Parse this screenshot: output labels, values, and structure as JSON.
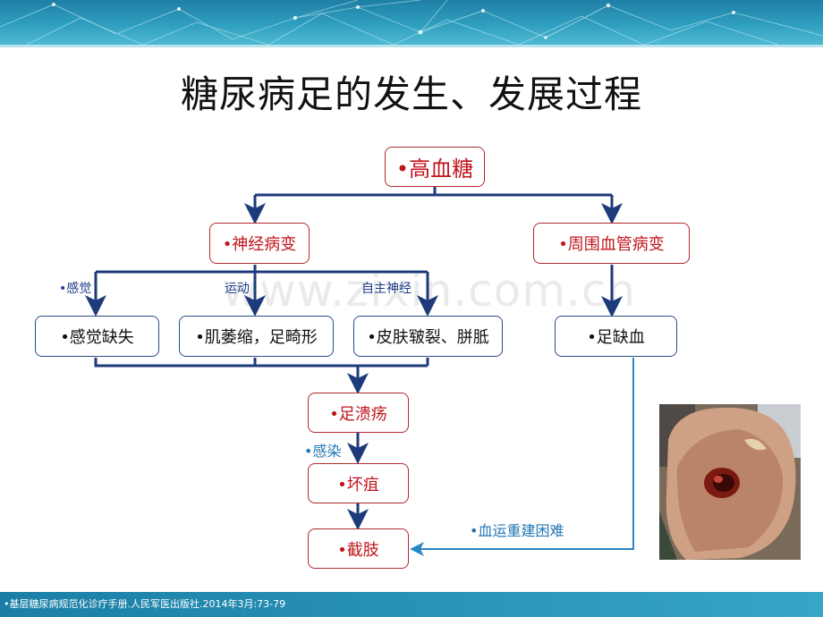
{
  "slide": {
    "title": "糖尿病足的发生、发展过程",
    "watermark": "www.zixin.com.cn",
    "reference": "•基层糖尿病规范化诊疗手册.人民军医出版社.2014年3月:73-79"
  },
  "nodes": {
    "high_glucose": "•高血糖",
    "neuropathy": "•神经病变",
    "pvd": "•周围血管病变",
    "sensory_loss": "•感觉缺失",
    "atrophy": "•肌萎缩，足畸形",
    "skin": "•皮肤皲裂、胼胝",
    "ischemia": "•足缺血",
    "ulcer": "•足溃疡",
    "gangrene": "•坏疽",
    "amputation": "•截肢"
  },
  "edge_labels": {
    "sensory": "•感觉",
    "motor": "运动",
    "autonomic": "自主神经",
    "infection": "•感染",
    "revasc": "•血运重建困难"
  },
  "colors": {
    "arrow_dark": "#1d3a7a",
    "arrow_cyan": "#2b86c4",
    "node_red": "#c0161d",
    "banner": "#2a93b8"
  },
  "photo": {
    "icon": "diabetic-foot-ulcer-photo"
  }
}
